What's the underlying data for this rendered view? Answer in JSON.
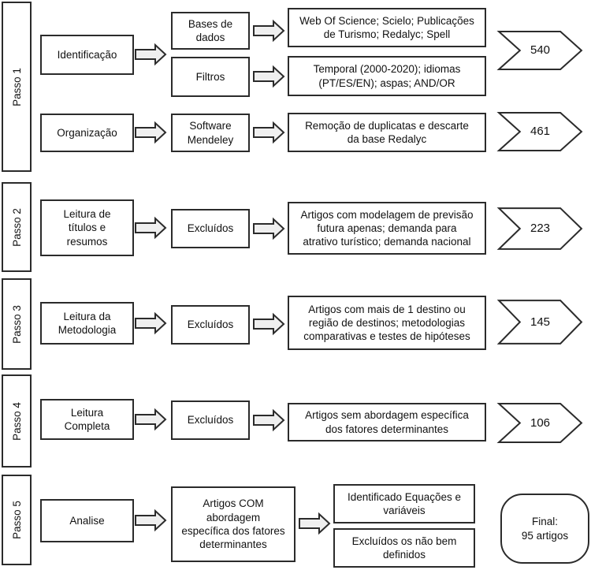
{
  "colors": {
    "line": "#2b2b2b",
    "arrow_fill": "#efefef",
    "background": "#ffffff"
  },
  "steps": [
    {
      "label": "Passo 1"
    },
    {
      "label": "Passo 2"
    },
    {
      "label": "Passo 3"
    },
    {
      "label": "Passo 4"
    },
    {
      "label": "Passo 5"
    }
  ],
  "boxes": {
    "identificacao": "Identificação",
    "organizacao": "Organização",
    "bases_dados": "Bases de\ndados",
    "filtros": "Filtros",
    "mendeley": "Software\nMendeley",
    "web_science": "Web Of Science; Scielo; Publicações\nde Turismo; Redalyc; Spell",
    "temporal": "Temporal (2000-2020); idiomas\n(PT/ES/EN); aspas; AND/OR",
    "remocao": "Remoção de duplicatas e descarte\nda base Redalyc",
    "leitura_titulos": "Leitura de\ntítulos e\nresumos",
    "excluidos_2": "Excluídos",
    "modelagem": "Artigos com modelagem de previsão\nfutura apenas; demanda para\natrativo turístico; demanda nacional",
    "leitura_metodologia": "Leitura da\nMetodologia",
    "excluidos_3": "Excluídos",
    "mais_destinos": "Artigos com mais de 1 destino ou\nregião de destinos; metodologias\ncomparativas e testes de hipóteses",
    "leitura_completa": "Leitura\nCompleta",
    "excluidos_4": "Excluídos",
    "sem_abordagem": "Artigos sem abordagem específica\ndos fatores determinantes",
    "analise": "Analise",
    "artigos_com": "Artigos COM\nabordagem\nespecífica dos fatores\ndeterminantes",
    "identificado": "Identificado Equações e\nvariáveis",
    "excluidos_nao_bem": "Excluídos os não bem\ndefinidos",
    "final": "Final:\n95 artigos"
  },
  "counts": [
    "540",
    "461",
    "223",
    "145",
    "106"
  ]
}
